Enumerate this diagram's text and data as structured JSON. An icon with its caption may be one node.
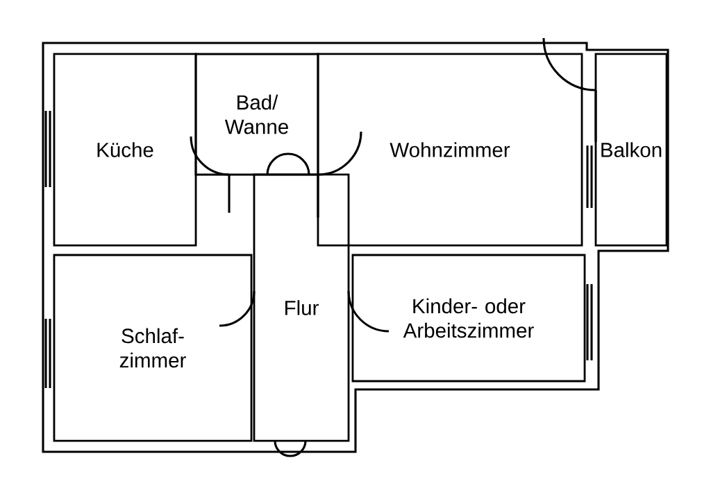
{
  "diagram": {
    "nodes": [
      {
        "text": [
          "Küche"
        ]
      },
      {
        "text": [
          "Bad/ Wanne"
        ]
      },
      {
        "text": [
          "Wohnzimmer"
        ]
      },
      {
        "text": [
          "Balkon"
        ]
      },
      {
        "text": [
          "Schlaf- zimmer"
        ]
      },
      {
        "text": [
          "Flur"
        ]
      },
      {
        "text": [
          "Kinder- oder Arbeitszimmer"
        ]
      }
    ]
  }
}
